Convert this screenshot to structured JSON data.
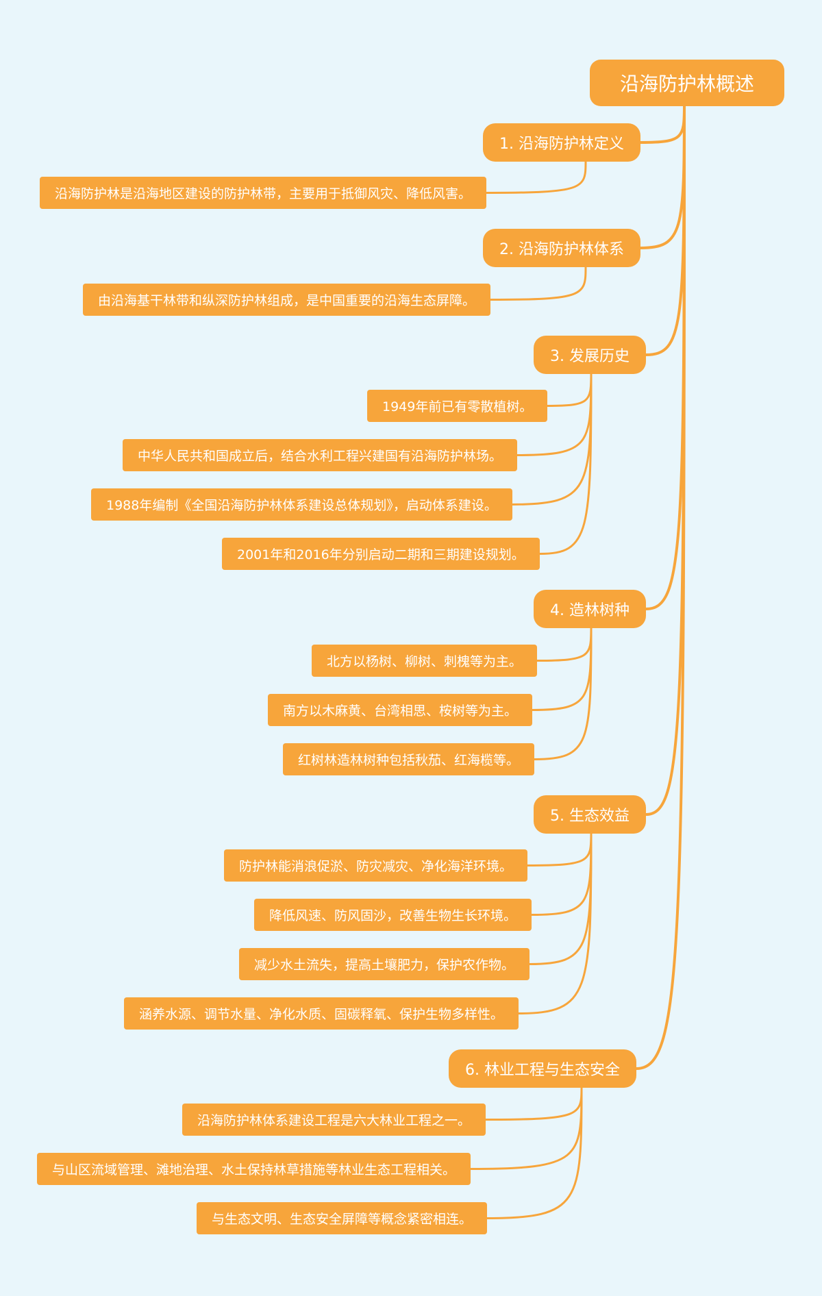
{
  "root": {
    "label": "沿海防护林概述"
  },
  "branches": [
    {
      "label": "1. 沿海防护林定义",
      "leaves": [
        "沿海防护林是沿海地区建设的防护林带，主要用于抵御风灾、降低风害。"
      ]
    },
    {
      "label": "2. 沿海防护林体系",
      "leaves": [
        "由沿海基干林带和纵深防护林组成，是中国重要的沿海生态屏障。"
      ]
    },
    {
      "label": "3. 发展历史",
      "leaves": [
        "1949年前已有零散植树。",
        "中华人民共和国成立后，结合水利工程兴建国有沿海防护林场。",
        "1988年编制《全国沿海防护林体系建设总体规划》，启动体系建设。",
        "2001年和2016年分别启动二期和三期建设规划。"
      ]
    },
    {
      "label": "4. 造林树种",
      "leaves": [
        "北方以杨树、柳树、刺槐等为主。",
        "南方以木麻黄、台湾相思、桉树等为主。",
        "红树林造林树种包括秋茄、红海榄等。"
      ]
    },
    {
      "label": "5. 生态效益",
      "leaves": [
        "防护林能消浪促淤、防灾减灾、净化海洋环境。",
        "降低风速、防风固沙，改善生物生长环境。",
        "减少水土流失，提高土壤肥力，保护农作物。",
        "涵养水源、调节水量、净化水质、固碳释氧、保护生物多样性。"
      ]
    },
    {
      "label": "6. 林业工程与生态安全",
      "leaves": [
        "沿海防护林体系建设工程是六大林业工程之一。",
        "与山区流域管理、滩地治理、水土保持林草措施等林业生态工程相关。",
        "与生态文明、生态安全屏障等概念紧密相连。"
      ]
    }
  ],
  "colors": {
    "node": "#f7a53b",
    "line": "#f7a53b",
    "background": "#e9f6fb",
    "text": "#ffffff"
  }
}
